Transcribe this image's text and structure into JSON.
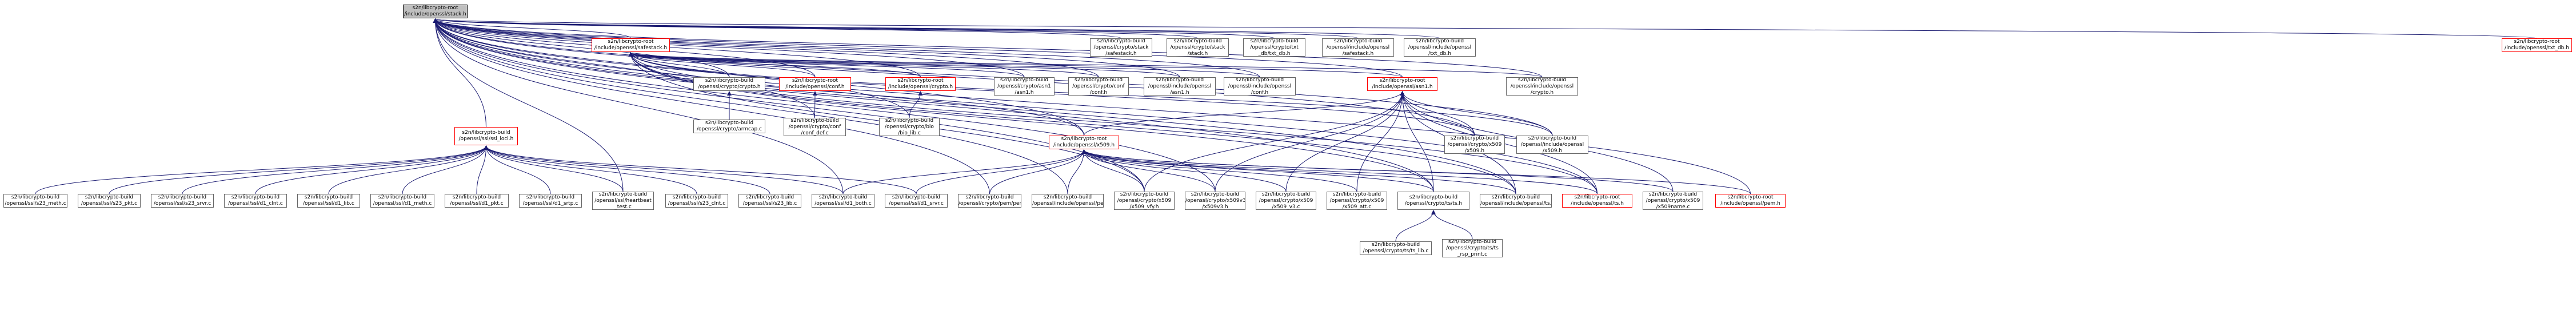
{
  "graph": {
    "root": {
      "id": "root",
      "lines": [
        "s2n/libcrypto-root",
        "/include/openssl/stack.h"
      ]
    },
    "nodes": [
      {
        "id": "sslc",
        "lines": [
          "s2n/libcrypto-build",
          "/openssl/ssl/ssl_locl.h"
        ],
        "highlight": true
      },
      {
        "id": "stack_c",
        "lines": [
          "s2n/libcrypto-build",
          "/openssl/crypto/stack",
          "/safestack.h"
        ]
      },
      {
        "id": "stack_h",
        "lines": [
          "s2n/libcrypto-build",
          "/openssl/crypto/stack",
          "/stack.h"
        ]
      },
      {
        "id": "txt_db_b",
        "lines": [
          "s2n/libcrypto-build",
          "/openssl/crypto/txt",
          "_db/txt_db.h"
        ]
      },
      {
        "id": "safestack",
        "lines": [
          "s2n/libcrypto-root",
          "/include/openssl/safestack.h"
        ],
        "highlight": true
      },
      {
        "id": "inc_safestack",
        "lines": [
          "s2n/libcrypto-build",
          "/openssl/include/openssl",
          "/safestack.h"
        ]
      },
      {
        "id": "inc_txt_db",
        "lines": [
          "s2n/libcrypto-build",
          "/openssl/include/openssl",
          "/txt_db.h"
        ]
      },
      {
        "id": "root_txt_db",
        "lines": [
          "s2n/libcrypto-root",
          "/include/openssl/txt_db.h"
        ],
        "highlight": true
      },
      {
        "id": "crypto_h",
        "lines": [
          "s2n/libcrypto-build",
          "/openssl/crypto/crypto.h"
        ]
      },
      {
        "id": "root_conf",
        "lines": [
          "s2n/libcrypto-root",
          "/include/openssl/conf.h"
        ],
        "highlight": true
      },
      {
        "id": "root_crypto",
        "lines": [
          "s2n/libcrypto-root",
          "/include/openssl/crypto.h"
        ],
        "highlight": true
      },
      {
        "id": "asn1_b",
        "lines": [
          "s2n/libcrypto-build",
          "/openssl/crypto/asn1",
          "/asn1.h"
        ]
      },
      {
        "id": "conf_b",
        "lines": [
          "s2n/libcrypto-build",
          "/openssl/crypto/conf",
          "/conf.h"
        ]
      },
      {
        "id": "inc_asn1",
        "lines": [
          "s2n/libcrypto-build",
          "/openssl/include/openssl",
          "/asn1.h"
        ]
      },
      {
        "id": "inc_conf",
        "lines": [
          "s2n/libcrypto-build",
          "/openssl/include/openssl",
          "/conf.h"
        ]
      },
      {
        "id": "root_asn1",
        "lines": [
          "s2n/libcrypto-root",
          "/include/openssl/asn1.h"
        ],
        "highlight": true
      },
      {
        "id": "inc_crypto",
        "lines": [
          "s2n/libcrypto-build",
          "/openssl/include/openssl",
          "/crypto.h"
        ]
      },
      {
        "id": "armcap",
        "lines": [
          "s2n/libcrypto-build",
          "/openssl/crypto/armcap.c"
        ]
      },
      {
        "id": "conf_def",
        "lines": [
          "s2n/libcrypto-build",
          "/openssl/crypto/conf",
          "/conf_def.c"
        ]
      },
      {
        "id": "bio_lib",
        "lines": [
          "s2n/libcrypto-build",
          "/openssl/crypto/bio",
          "/bio_lib.c"
        ]
      },
      {
        "id": "root_x509",
        "lines": [
          "s2n/libcrypto-root",
          "/include/openssl/x509.h"
        ],
        "highlight": true
      },
      {
        "id": "x509_b",
        "lines": [
          "s2n/libcrypto-build",
          "/openssl/crypto/x509",
          "/x509.h"
        ]
      },
      {
        "id": "inc_x509",
        "lines": [
          "s2n/libcrypto-build",
          "/openssl/include/openssl",
          "/x509.h"
        ]
      },
      {
        "id": "s23_meth",
        "lines": [
          "s2n/libcrypto-build",
          "/openssl/ssl/s23_meth.c"
        ]
      },
      {
        "id": "s23_pkt",
        "lines": [
          "s2n/libcrypto-build",
          "/openssl/ssl/s23_pkt.c"
        ]
      },
      {
        "id": "s23_srvr",
        "lines": [
          "s2n/libcrypto-build",
          "/openssl/ssl/s23_srvr.c"
        ]
      },
      {
        "id": "d1_clnt",
        "lines": [
          "s2n/libcrypto-build",
          "/openssl/ssl/d1_clnt.c"
        ]
      },
      {
        "id": "d1_lib",
        "lines": [
          "s2n/libcrypto-build",
          "/openssl/ssl/d1_lib.c"
        ]
      },
      {
        "id": "d1_meth",
        "lines": [
          "s2n/libcrypto-build",
          "/openssl/ssl/d1_meth.c"
        ]
      },
      {
        "id": "d1_pkt",
        "lines": [
          "s2n/libcrypto-build",
          "/openssl/ssl/d1_pkt.c"
        ]
      },
      {
        "id": "d1_srtp",
        "lines": [
          "s2n/libcrypto-build",
          "/openssl/ssl/d1_srtp.c"
        ]
      },
      {
        "id": "heartbeat",
        "lines": [
          "s2n/libcrypto-build",
          "/openssl/ssl/heartbeat",
          "_test.c"
        ]
      },
      {
        "id": "s23_clnt",
        "lines": [
          "s2n/libcrypto-build",
          "/openssl/ssl/s23_clnt.c"
        ]
      },
      {
        "id": "s23_lib",
        "lines": [
          "s2n/libcrypto-build",
          "/openssl/ssl/s23_lib.c"
        ]
      },
      {
        "id": "d1_both",
        "lines": [
          "s2n/libcrypto-build",
          "/openssl/ssl/d1_both.c"
        ]
      },
      {
        "id": "d1_srvr",
        "lines": [
          "s2n/libcrypto-build",
          "/openssl/ssl/d1_srvr.c"
        ]
      },
      {
        "id": "pem_b",
        "lines": [
          "s2n/libcrypto-build",
          "/openssl/crypto/pem/pem.h"
        ]
      },
      {
        "id": "inc_pem",
        "lines": [
          "s2n/libcrypto-build",
          "/openssl/include/openssl/pem.h"
        ]
      },
      {
        "id": "x509_vfy",
        "lines": [
          "s2n/libcrypto-build",
          "/openssl/crypto/x509",
          "/x509_vfy.h"
        ]
      },
      {
        "id": "x509v3",
        "lines": [
          "s2n/libcrypto-build",
          "/openssl/crypto/x509v3",
          "/x509v3.h"
        ]
      },
      {
        "id": "x509_v3",
        "lines": [
          "s2n/libcrypto-build",
          "/openssl/crypto/x509",
          "/x509_v3.c"
        ]
      },
      {
        "id": "x509_att",
        "lines": [
          "s2n/libcrypto-build",
          "/openssl/crypto/x509",
          "/x509_att.c"
        ]
      },
      {
        "id": "ts_b",
        "lines": [
          "s2n/libcrypto-build",
          "/openssl/crypto/ts/ts.h"
        ]
      },
      {
        "id": "inc_ts",
        "lines": [
          "s2n/libcrypto-build",
          "/openssl/include/openssl/ts.h"
        ]
      },
      {
        "id": "root_ts",
        "lines": [
          "s2n/libcrypto-root",
          "/include/openssl/ts.h"
        ],
        "highlight": true
      },
      {
        "id": "x509name",
        "lines": [
          "s2n/libcrypto-build",
          "/openssl/crypto/x509",
          "/x509name.c"
        ]
      },
      {
        "id": "root_pem",
        "lines": [
          "s2n/libcrypto-root",
          "/include/openssl/pem.h"
        ],
        "highlight": true
      },
      {
        "id": "ts_lib",
        "lines": [
          "s2n/libcrypto-build",
          "/openssl/crypto/ts/ts_lib.c"
        ]
      },
      {
        "id": "ts_rsp_print",
        "lines": [
          "s2n/libcrypto-build",
          "/openssl/crypto/ts/ts",
          "_rsp_print.c"
        ]
      }
    ],
    "edges": [
      [
        "sslc",
        "root"
      ],
      [
        "stack_c",
        "root"
      ],
      [
        "stack_h",
        "root"
      ],
      [
        "txt_db_b",
        "root"
      ],
      [
        "safestack",
        "root"
      ],
      [
        "inc_safestack",
        "root"
      ],
      [
        "inc_txt_db",
        "root"
      ],
      [
        "root_txt_db",
        "root"
      ],
      [
        "crypto_h",
        "root"
      ],
      [
        "root_conf",
        "root"
      ],
      [
        "root_crypto",
        "root"
      ],
      [
        "asn1_b",
        "root"
      ],
      [
        "conf_b",
        "root"
      ],
      [
        "inc_asn1",
        "root"
      ],
      [
        "inc_conf",
        "root"
      ],
      [
        "root_asn1",
        "root"
      ],
      [
        "inc_crypto",
        "root"
      ],
      [
        "conf_def",
        "root"
      ],
      [
        "bio_lib",
        "root"
      ],
      [
        "root_x509",
        "root"
      ],
      [
        "x509_b",
        "root"
      ],
      [
        "inc_x509",
        "root"
      ],
      [
        "pem_b",
        "root"
      ],
      [
        "inc_pem",
        "root"
      ],
      [
        "x509_vfy",
        "root"
      ],
      [
        "x509v3",
        "root"
      ],
      [
        "ts_b",
        "root"
      ],
      [
        "inc_ts",
        "root"
      ],
      [
        "root_ts",
        "root"
      ],
      [
        "root_pem",
        "root"
      ],
      [
        "d1_both",
        "root"
      ],
      [
        "heartbeat",
        "root"
      ],
      [
        "crypto_h",
        "safestack"
      ],
      [
        "root_conf",
        "safestack"
      ],
      [
        "root_crypto",
        "safestack"
      ],
      [
        "asn1_b",
        "safestack"
      ],
      [
        "conf_b",
        "safestack"
      ],
      [
        "inc_asn1",
        "safestack"
      ],
      [
        "inc_conf",
        "safestack"
      ],
      [
        "root_asn1",
        "safestack"
      ],
      [
        "inc_crypto",
        "safestack"
      ],
      [
        "root_x509",
        "safestack"
      ],
      [
        "x509_b",
        "safestack"
      ],
      [
        "inc_x509",
        "safestack"
      ],
      [
        "x509_vfy",
        "safestack"
      ],
      [
        "ts_b",
        "safestack"
      ],
      [
        "root_ts",
        "safestack"
      ],
      [
        "inc_ts",
        "safestack"
      ],
      [
        "armcap",
        "crypto_h"
      ],
      [
        "conf_def",
        "root_conf"
      ],
      [
        "bio_lib",
        "root_crypto"
      ],
      [
        "root_x509",
        "root_asn1"
      ],
      [
        "x509_b",
        "root_asn1"
      ],
      [
        "inc_x509",
        "root_asn1"
      ],
      [
        "x509_vfy",
        "root_asn1"
      ],
      [
        "x509v3",
        "root_asn1"
      ],
      [
        "x509_v3",
        "root_asn1"
      ],
      [
        "x509_att",
        "root_asn1"
      ],
      [
        "ts_b",
        "root_asn1"
      ],
      [
        "inc_ts",
        "root_asn1"
      ],
      [
        "root_ts",
        "root_asn1"
      ],
      [
        "x509name",
        "root_asn1"
      ],
      [
        "s23_meth",
        "sslc"
      ],
      [
        "s23_pkt",
        "sslc"
      ],
      [
        "s23_srvr",
        "sslc"
      ],
      [
        "d1_clnt",
        "sslc"
      ],
      [
        "d1_lib",
        "sslc"
      ],
      [
        "d1_meth",
        "sslc"
      ],
      [
        "d1_pkt",
        "sslc"
      ],
      [
        "d1_srtp",
        "sslc"
      ],
      [
        "heartbeat",
        "sslc"
      ],
      [
        "s23_clnt",
        "sslc"
      ],
      [
        "s23_lib",
        "sslc"
      ],
      [
        "d1_both",
        "sslc"
      ],
      [
        "d1_srvr",
        "sslc"
      ],
      [
        "d1_both",
        "root_x509"
      ],
      [
        "d1_srvr",
        "root_x509"
      ],
      [
        "pem_b",
        "root_x509"
      ],
      [
        "inc_pem",
        "root_x509"
      ],
      [
        "x509_vfy",
        "root_x509"
      ],
      [
        "x509v3",
        "root_x509"
      ],
      [
        "x509_v3",
        "root_x509"
      ],
      [
        "x509_att",
        "root_x509"
      ],
      [
        "ts_b",
        "root_x509"
      ],
      [
        "inc_ts",
        "root_x509"
      ],
      [
        "root_ts",
        "root_x509"
      ],
      [
        "x509name",
        "root_x509"
      ],
      [
        "root_pem",
        "root_x509"
      ],
      [
        "ts_lib",
        "ts_b"
      ],
      [
        "ts_rsp_print",
        "ts_b"
      ]
    ],
    "colors": {
      "edge": "#191970",
      "node_border": "#666666",
      "highlight_border": "#ff0000",
      "root_fill": "#bfbfbf"
    }
  }
}
